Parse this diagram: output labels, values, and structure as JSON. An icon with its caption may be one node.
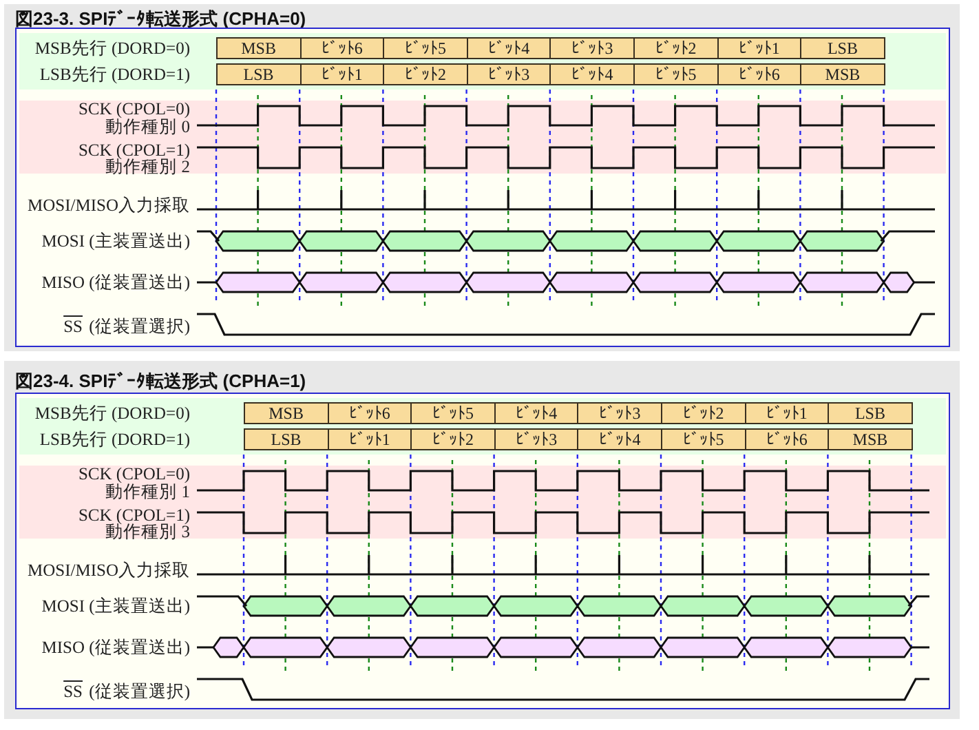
{
  "diagram": {
    "nodes": [
      {
        "text": [
          "図23-3. SPIﾃﾞｰﾀ転送形式 (CPHA=0)"
        ]
      },
      {
        "text": [
          "MSB"
        ],
        "in": 0
      },
      {
        "text": [
          "ﾋﾞｯﾄ6"
        ],
        "in": 0
      },
      {
        "text": [
          "ﾋﾞｯﾄ5"
        ],
        "in": 0
      },
      {
        "text": [
          "ﾋﾞｯﾄ4"
        ],
        "in": 0
      },
      {
        "text": [
          "ﾋﾞｯﾄ3"
        ],
        "in": 0
      },
      {
        "text": [
          "ﾋﾞｯﾄ2"
        ],
        "in": 0
      },
      {
        "text": [
          "ﾋﾞｯﾄ1"
        ],
        "in": 0
      },
      {
        "text": [
          "LSB"
        ],
        "in": 0
      },
      {
        "text": [
          "LSB"
        ],
        "in": 0
      },
      {
        "text": [
          "ﾋﾞｯﾄ1"
        ],
        "in": 0
      },
      {
        "text": [
          "ﾋﾞｯﾄ2"
        ],
        "in": 0
      },
      {
        "text": [
          "ﾋﾞｯﾄ3"
        ],
        "in": 0
      },
      {
        "text": [
          "ﾋﾞｯﾄ4"
        ],
        "in": 0
      },
      {
        "text": [
          "ﾋﾞｯﾄ5"
        ],
        "in": 0
      },
      {
        "text": [
          "ﾋﾞｯﾄ6"
        ],
        "in": 0
      },
      {
        "text": [
          "MSB"
        ],
        "in": 0
      },
      {
        "text": [
          "図23-4. SPIﾃﾞｰﾀ転送形式 (CPHA=1)"
        ]
      },
      {
        "text": [
          "MSB"
        ],
        "in": 17
      },
      {
        "text": [
          "ﾋﾞｯﾄ6"
        ],
        "in": 17
      },
      {
        "text": [
          "ﾋﾞｯﾄ5"
        ],
        "in": 17
      },
      {
        "text": [
          "ﾋﾞｯﾄ4"
        ],
        "in": 17
      },
      {
        "text": [
          "ﾋﾞｯﾄ3"
        ],
        "in": 17
      },
      {
        "text": [
          "ﾋﾞｯﾄ2"
        ],
        "in": 17
      },
      {
        "text": [
          "ﾋﾞｯﾄ1"
        ],
        "in": 17
      },
      {
        "text": [
          "LSB"
        ],
        "in": 17
      },
      {
        "text": [
          "LSB"
        ],
        "in": 17
      },
      {
        "text": [
          "ﾋﾞｯﾄ1"
        ],
        "in": 17
      },
      {
        "text": [
          "ﾋﾞｯﾄ2"
        ],
        "in": 17
      },
      {
        "text": [
          "ﾋﾞｯﾄ3"
        ],
        "in": 17
      },
      {
        "text": [
          "ﾋﾞｯﾄ4"
        ],
        "in": 17
      },
      {
        "text": [
          "ﾋﾞｯﾄ5"
        ],
        "in": 17
      },
      {
        "text": [
          "ﾋﾞｯﾄ6"
        ],
        "in": 17
      },
      {
        "text": [
          "MSB"
        ],
        "in": 17
      }
    ],
    "labels": [
      "MSB先行 (DORD=0)",
      "LSB先行 (DORD=1)",
      "SCK (CPOL=0)",
      "動作種別 0",
      "SCK (CPOL=1)",
      "動作種別 2",
      "MOSI/MISO入力採取",
      "MOSI (主装置送出)",
      "MISO (従装置送出)",
      "SS",
      "(従装置選択)",
      "MSB先行 (DORD=0)",
      "LSB先行 (DORD=1)",
      "SCK (CPOL=0)",
      "動作種別 1",
      "SCK (CPOL=1)",
      "動作種別 3",
      "MOSI/MISO入力採取",
      "MOSI (主装置送出)",
      "MISO (従装置送出)",
      "SS",
      "(従装置選択)"
    ]
  }
}
